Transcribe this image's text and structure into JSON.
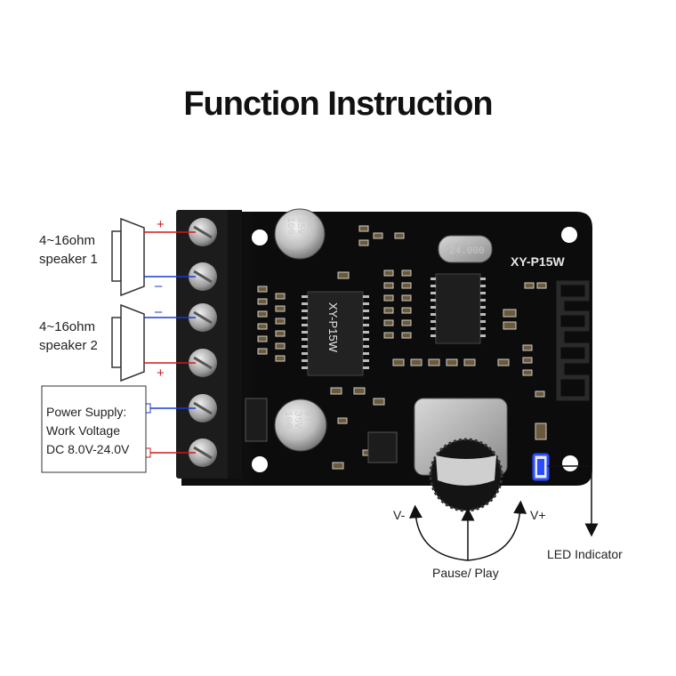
{
  "title": "Function Instruction",
  "board": {
    "model": "XY-P15W",
    "chip_marking": "XY-P15W",
    "crystal": "24.000",
    "capacitor_top": [
      "100",
      "35V",
      "VT"
    ],
    "capacitor_bottom": [
      "100",
      "35V",
      "VT"
    ]
  },
  "labels": {
    "speaker1_line1": "4~16ohm",
    "speaker1_line2": "speaker 1",
    "speaker2_line1": "4~16ohm",
    "speaker2_line2": "speaker 2",
    "power_line1": "Power Supply:",
    "power_line2": "Work Voltage",
    "power_line3": "DC 8.0V-24.0V",
    "plus": "+",
    "minus": "–",
    "v_minus": "V-",
    "v_plus": "V+",
    "pause_play": "Pause/ Play",
    "led": "LED Indicator"
  },
  "colors": {
    "board": "#0c0c0c",
    "positive_wire": "#d11a1a",
    "negative_wire": "#1a3ad1",
    "led": "#2a4cff"
  }
}
